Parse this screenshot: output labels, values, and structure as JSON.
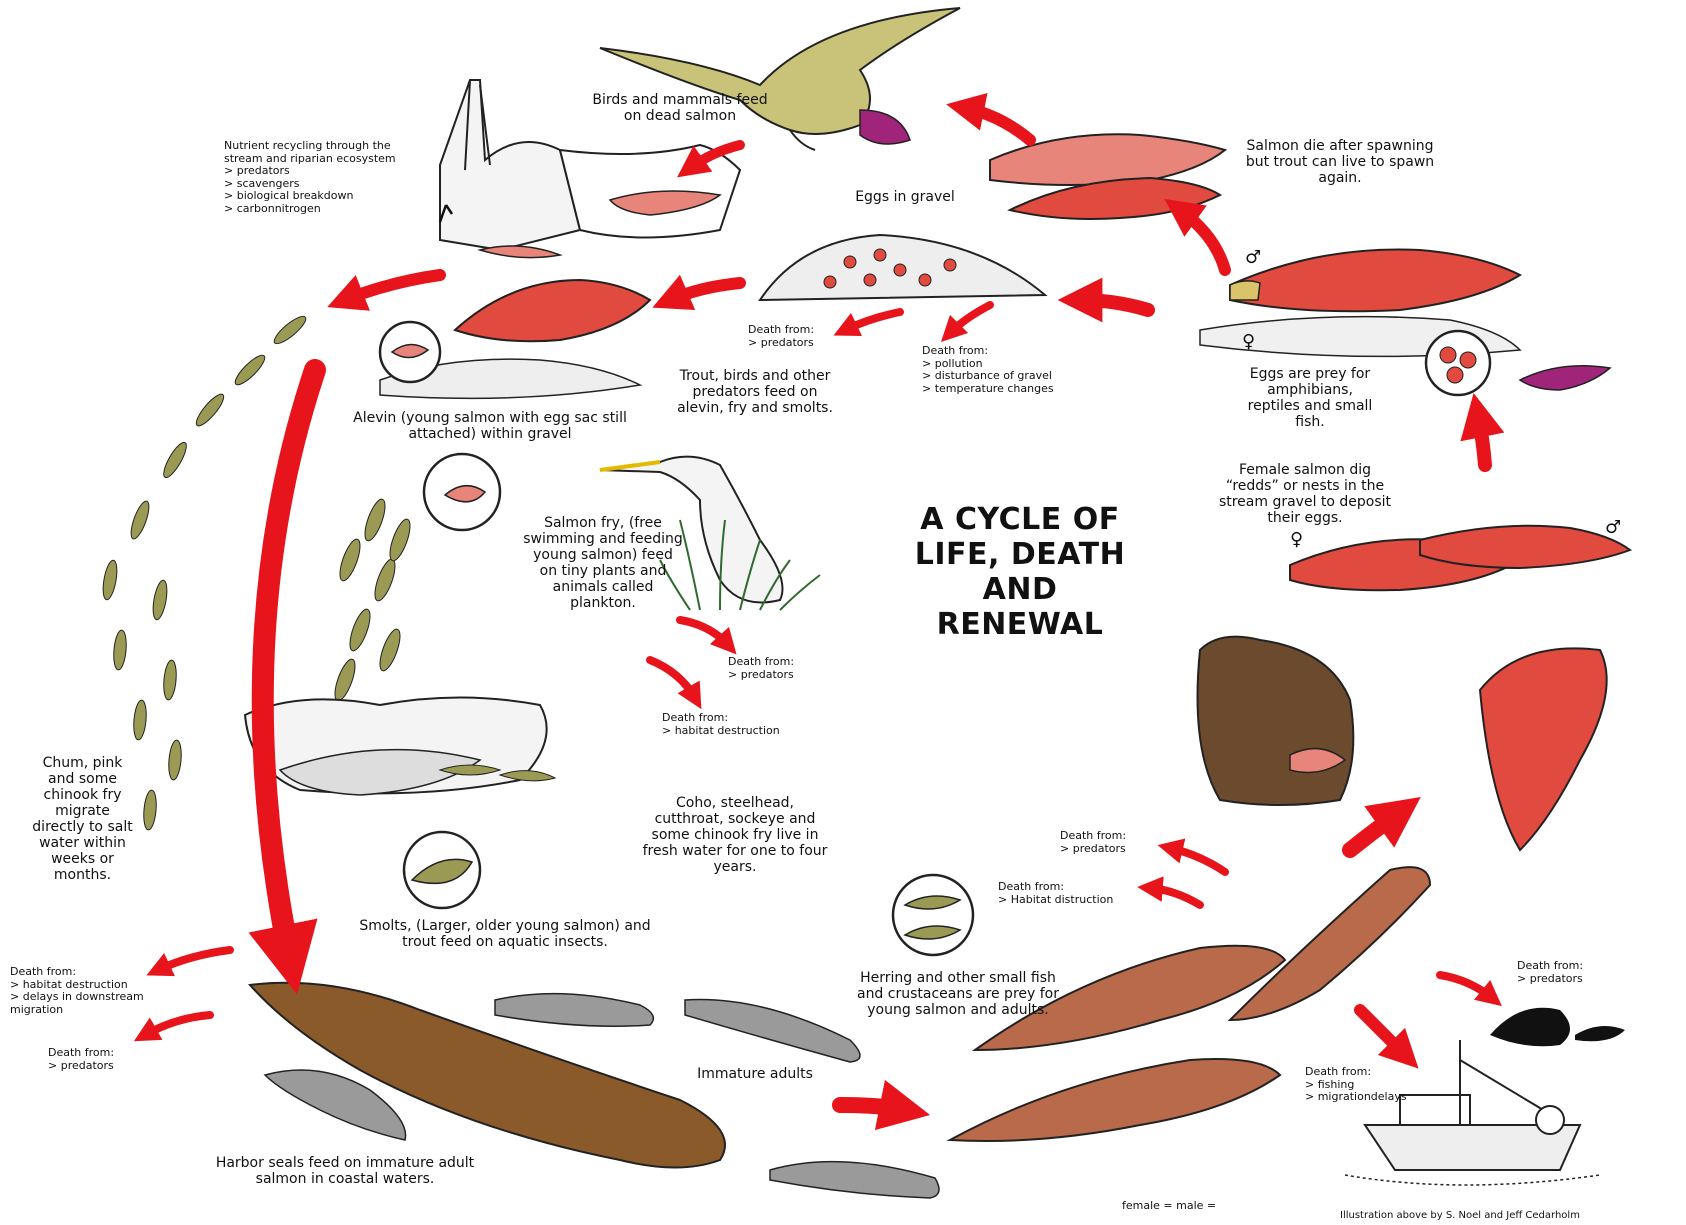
{
  "title": [
    "A CYCLE OF",
    "LIFE, DEATH",
    "AND",
    "RENEWAL"
  ],
  "colors": {
    "arrow": "#e8141b",
    "salmon_red": "#e04a3f",
    "salmon_pink": "#e8857a",
    "bear": "#6b4a2e",
    "seal": "#8a5a2b",
    "trout_gray": "#9a9a9a",
    "adult_brown": "#b86a4a",
    "fry_olive": "#9b9a55"
  },
  "labels": {
    "birds": [
      "Birds and mammals feed",
      "on dead salmon"
    ],
    "nutrient": [
      "Nutrient recycling through the",
      "stream and riparian ecosystem",
      "> predators",
      "> scavengers",
      "> biological breakdown",
      "> carbonnitrogen"
    ],
    "salmon_die": [
      "Salmon die after spawning",
      "but trout can live to spawn",
      "again."
    ],
    "eggs_gravel": [
      "Eggs in gravel"
    ],
    "death_predators_1": [
      "Death from:",
      "> predators"
    ],
    "death_pollution": [
      "Death from:",
      "> pollution",
      "> disturbance of gravel",
      "> temperature changes"
    ],
    "trout_birds": [
      "Trout, birds and other",
      "predators feed on",
      "alevin, fry and smolts."
    ],
    "eggs_prey": [
      "Eggs are prey for",
      "amphibians,",
      "reptiles and small",
      "fish."
    ],
    "alevin": [
      "Alevin (young salmon with egg sac still",
      "attached) within gravel"
    ],
    "female_dig": [
      "Female salmon dig",
      "“redds” or nests in the",
      "stream gravel to deposit",
      "their eggs."
    ],
    "fry": [
      "Salmon fry, (free",
      "swimming and feeding",
      "young salmon) feed",
      "on tiny plants and",
      "animals called",
      "plankton."
    ],
    "death_predators_2": [
      "Death from:",
      "> predators"
    ],
    "death_habitat_1": [
      "Death from:",
      "> habitat destruction"
    ],
    "chum": [
      "Chum, pink",
      "and some",
      "chinook fry",
      "migrate",
      "directly to salt",
      "water within",
      "weeks or",
      "months."
    ],
    "coho": [
      "Coho, steelhead,",
      "cutthroat, sockeye and",
      "some chinook fry live in",
      "fresh water for one to four",
      "years."
    ],
    "death_predators_3": [
      "Death from:",
      "> predators"
    ],
    "death_habitat_2": [
      "Death from:",
      "> Habitat distruction"
    ],
    "smolts": [
      "Smolts, (Larger, older young salmon) and",
      "trout feed on aquatic insects."
    ],
    "death_downstream": [
      "Death from:",
      "> habitat destruction",
      "> delays in downstream",
      "migration"
    ],
    "herring": [
      "Herring and other small fish",
      "and crustaceans are prey for",
      "young salmon and adults."
    ],
    "death_predators_4": [
      "Death from:",
      "> predators"
    ],
    "death_predators_5": [
      "Death from:",
      "> predators"
    ],
    "immature": [
      "Immature adults"
    ],
    "death_fishing": [
      "Death from:",
      "> fishing",
      "> migrationdelays"
    ],
    "seals": [
      "Harbor seals feed on immature adult",
      "salmon in coastal waters."
    ],
    "female_male": [
      "female = male ="
    ],
    "credit": [
      "Illustration above by S. Noel and Jeff Cedarholm"
    ]
  },
  "symbols": {
    "male": "♂",
    "female": "♀"
  }
}
